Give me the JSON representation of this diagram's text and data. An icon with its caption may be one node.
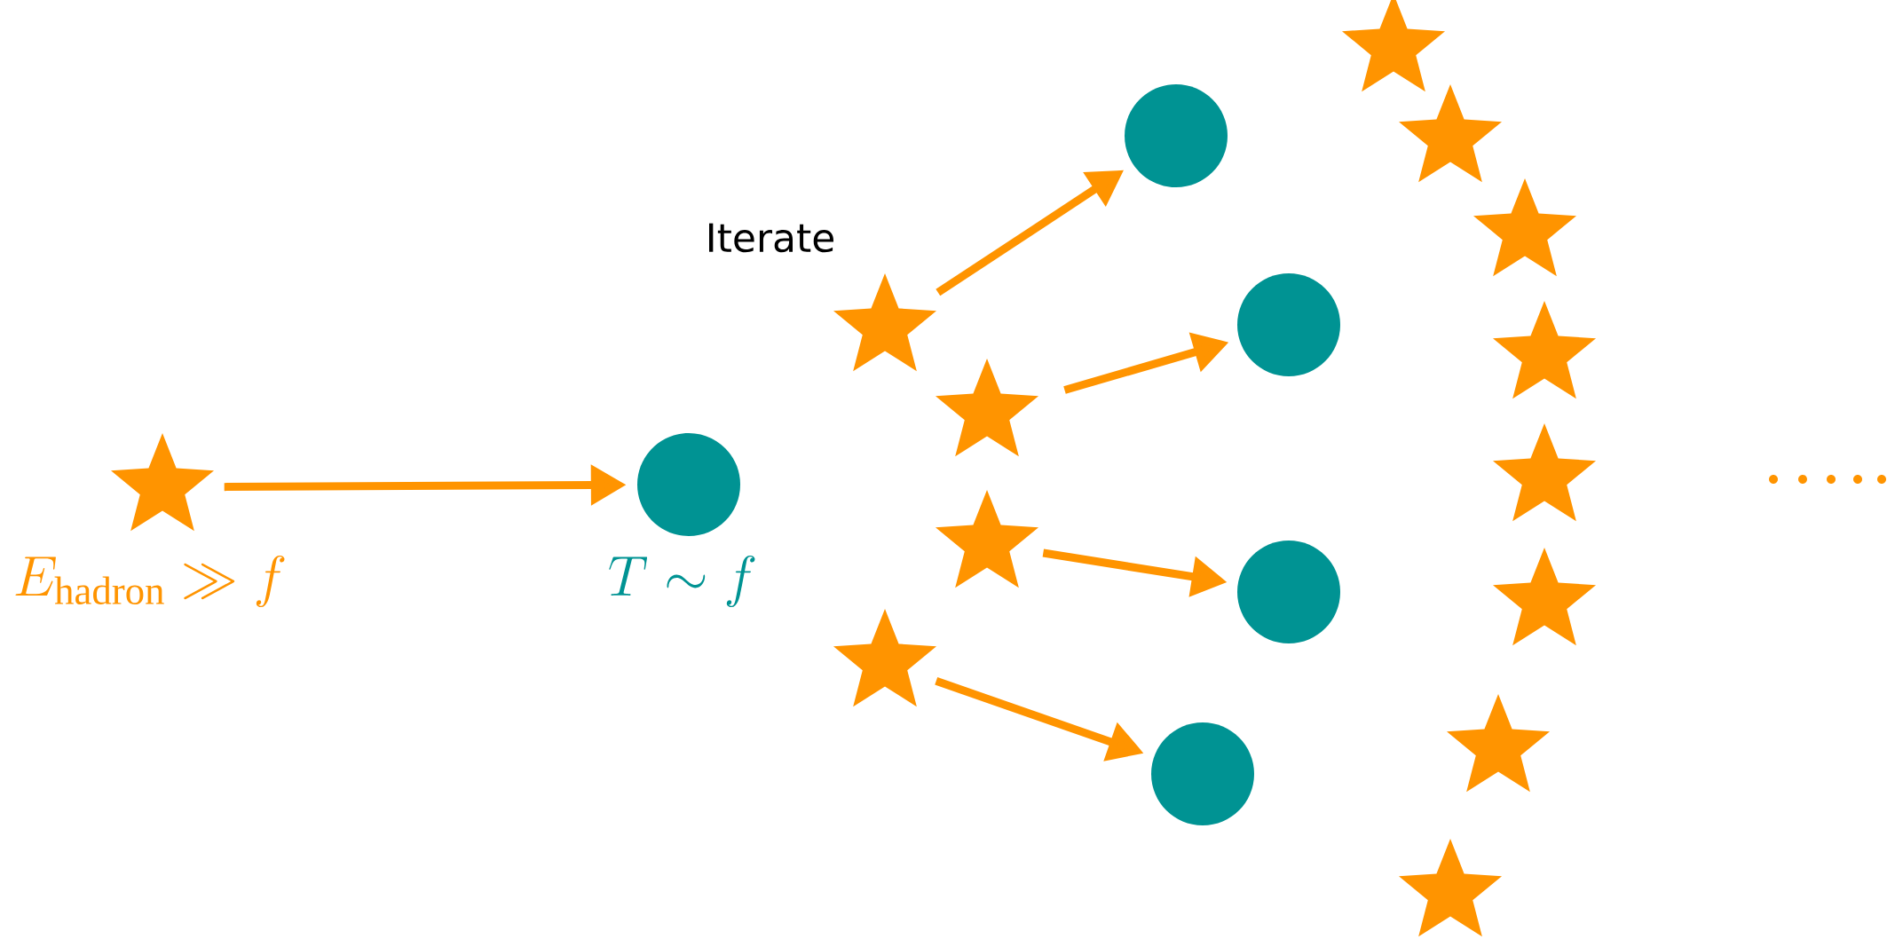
{
  "diagram": {
    "nodes": [
      {
        "text": [],
        "shape": "star",
        "beside": [
          "E_{\\mathrm{hadron}} \\gg f"
        ]
      },
      {
        "text": [],
        "shape": "circle",
        "beside": [
          "T \\sim f"
        ]
      },
      {
        "text": [],
        "shape": "star"
      },
      {
        "text": [],
        "shape": "circle"
      },
      {
        "text": [],
        "shape": "star"
      },
      {
        "text": [],
        "shape": "circle"
      },
      {
        "text": [],
        "shape": "star"
      },
      {
        "text": [],
        "shape": "circle"
      },
      {
        "text": [],
        "shape": "star"
      },
      {
        "text": [],
        "shape": "circle"
      },
      {
        "text": [],
        "shape": "star"
      },
      {
        "text": [],
        "shape": "star"
      },
      {
        "text": [],
        "shape": "star"
      },
      {
        "text": [],
        "shape": "star"
      },
      {
        "text": [],
        "shape": "star"
      },
      {
        "text": [],
        "shape": "star"
      },
      {
        "text": [],
        "shape": "star"
      },
      {
        "text": [],
        "shape": "star"
      }
    ],
    "edges": [
      {
        "from": 0,
        "to": 1,
        "arrow": "to"
      },
      {
        "from": 2,
        "to": 3,
        "arrow": "to"
      },
      {
        "from": 4,
        "to": 5,
        "arrow": "to"
      },
      {
        "from": 6,
        "to": 7,
        "arrow": "to"
      },
      {
        "from": 8,
        "to": 9,
        "arrow": "to"
      }
    ],
    "labels": [
      "Iterate"
    ]
  }
}
